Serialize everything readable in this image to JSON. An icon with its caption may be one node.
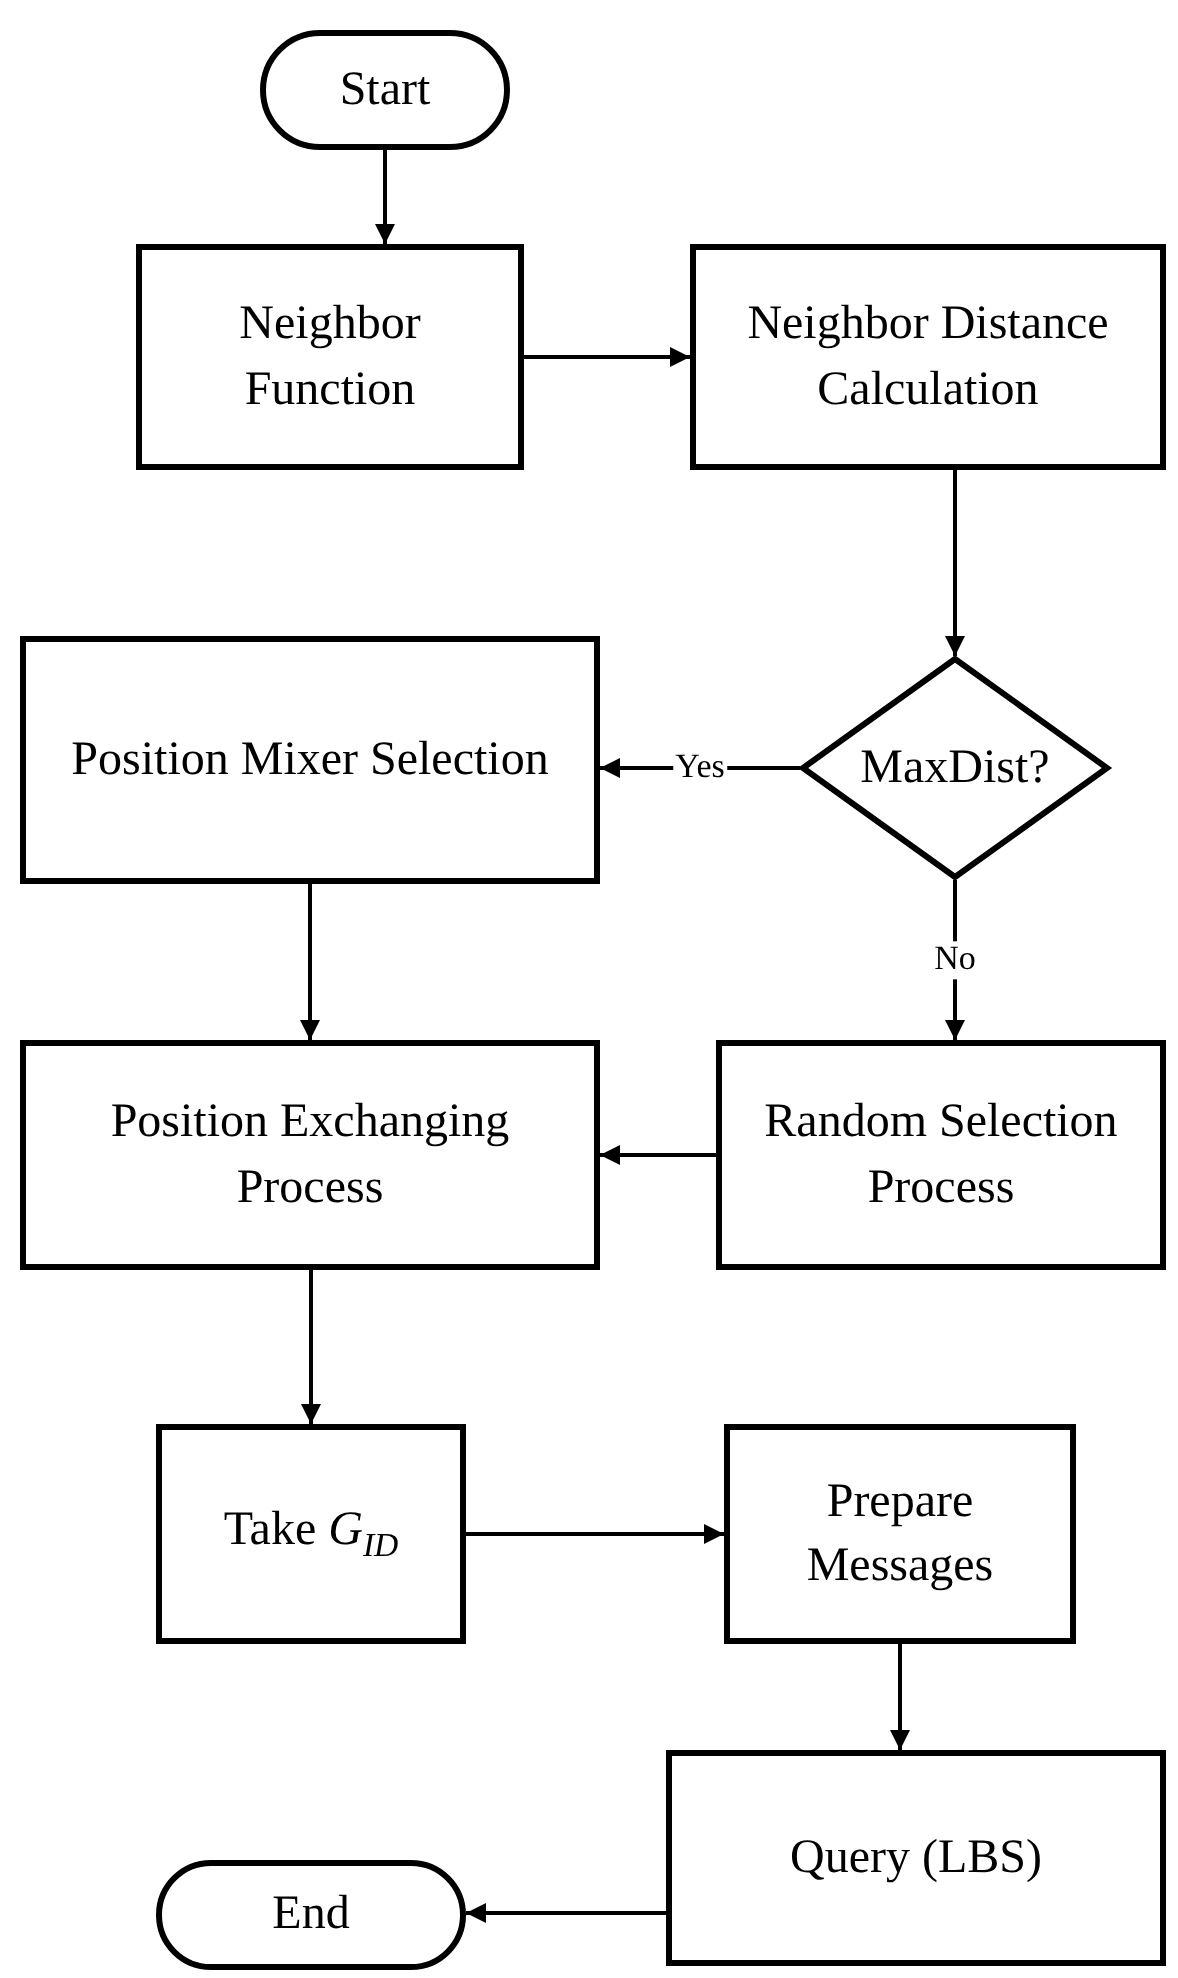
{
  "diagram": {
    "nodes": [
      {
        "text": [
          "Start"
        ]
      },
      {
        "text": [
          "Neighbor Function"
        ]
      },
      {
        "text": [
          "Neighbor Distance Calculation"
        ]
      },
      {
        "text": [
          "MaxDist?"
        ]
      },
      {
        "text": [
          "Position Mixer Selection"
        ]
      },
      {
        "text": [
          "Position Exchanging Process"
        ]
      },
      {
        "text": [
          "Random Selection Process"
        ]
      },
      {
        "text": [
          "Take *G*$_{ID}$"
        ]
      },
      {
        "text": [
          "Prepare Messages"
        ]
      },
      {
        "text": [
          "Query (LBS)"
        ]
      },
      {
        "text": [
          "End"
        ]
      }
    ],
    "edges": [
      {
        "from": 0,
        "to": 1,
        "arrow": "to"
      },
      {
        "from": 1,
        "to": 2,
        "arrow": "to"
      },
      {
        "from": 2,
        "to": 3,
        "arrow": "to"
      },
      {
        "from": 3,
        "to": 4,
        "arrow": "to",
        "label": "Yes"
      },
      {
        "from": 3,
        "to": 6,
        "arrow": "to",
        "label": "No"
      },
      {
        "from": 4,
        "to": 5,
        "arrow": "to"
      },
      {
        "from": 6,
        "to": 5,
        "arrow": "to"
      },
      {
        "from": 5,
        "to": 7,
        "arrow": "to"
      },
      {
        "from": 7,
        "to": 8,
        "arrow": "to"
      },
      {
        "from": 8,
        "to": 9,
        "arrow": "to"
      },
      {
        "from": 9,
        "to": 10,
        "arrow": "to"
      }
    ]
  }
}
